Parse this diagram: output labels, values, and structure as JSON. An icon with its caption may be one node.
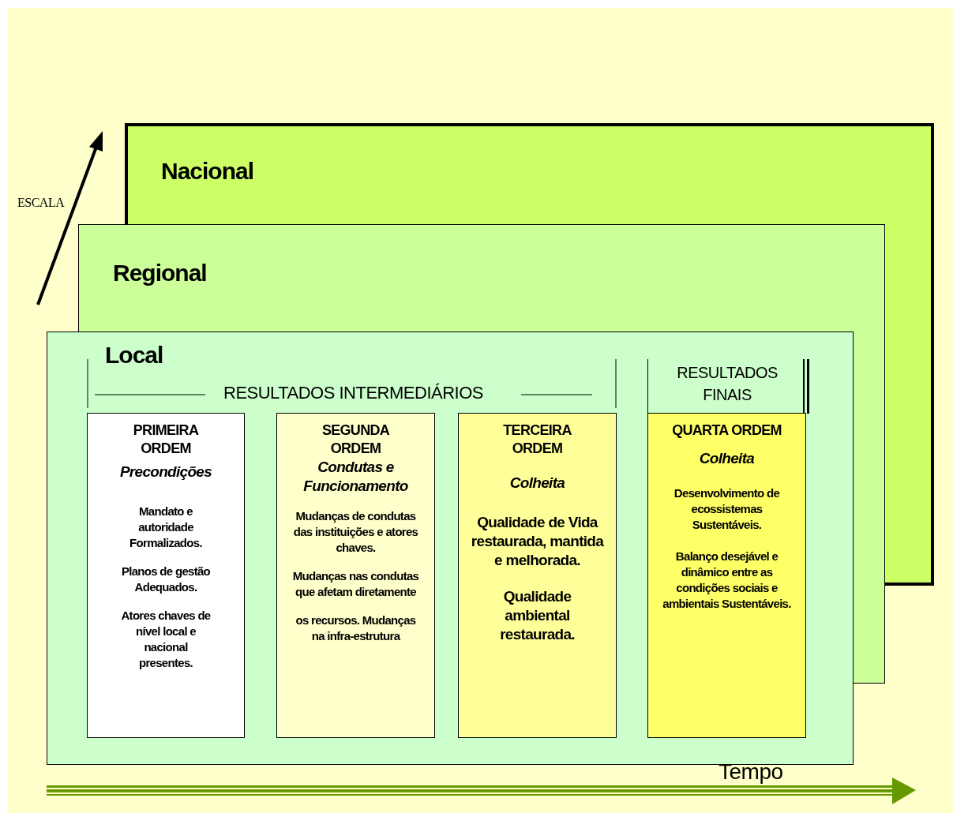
{
  "diagram": {
    "nodes": [
      {
        "text": [
          "Nacional"
        ]
      },
      {
        "text": [
          "Regional"
        ]
      },
      {
        "text": [
          "Local"
        ]
      },
      {
        "text": [
          "RESULTADOS FINAIS"
        ],
        "in": 2
      },
      {
        "text": [
          "PRIMEIRA ORDEM",
          "Precondições",
          "Mandato e autoridade Formalizados.",
          "Planos de gestão Adequados.",
          "Atores chaves de nível local e nacional presentes."
        ],
        "in": 2
      },
      {
        "text": [
          "SEGUNDA ORDEM",
          "Condutas e Funcionamento",
          "Mudanças de condutas das instituições e atores chaves.",
          "Mudanças nas condutas que afetam diretamente",
          "os recursos. Mudanças na infra-estrutura"
        ],
        "in": 2
      },
      {
        "text": [
          "TERCEIRA ORDEM",
          "Colheita",
          "Qualidade de Vida restaurada, mantida e melhorada.",
          "Qualidade ambiental restaurada."
        ],
        "in": 2
      },
      {
        "text": [
          "QUARTA ORDEM",
          "Colheita",
          "Desenvolvimento de ecossistemas Sustentáveis.",
          "Balanço desejável e dinâmico entre as condições sociais e ambientais Sustentáveis."
        ],
        "in": 2
      }
    ],
    "labels": [
      "ESCALA",
      "RESULTADOS INTERMEDIÁRIOS",
      "Tempo"
    ]
  }
}
